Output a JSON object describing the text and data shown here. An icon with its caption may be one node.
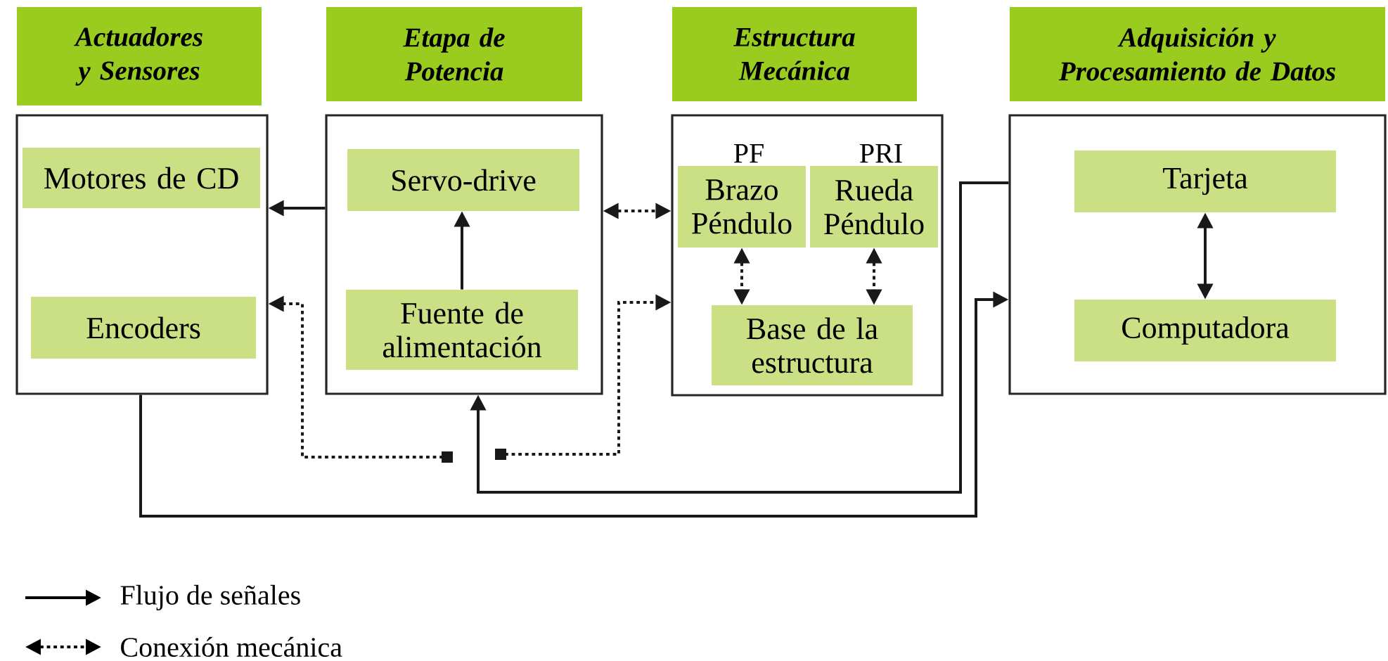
{
  "diagram": {
    "nodes": [
      {
        "text": [
          "Actuadores y Sensores"
        ]
      },
      {
        "text": [
          "Etapa de Potencia"
        ]
      },
      {
        "text": [
          "Estructura Mecánica"
        ]
      },
      {
        "text": [
          "Adquisición y Procesamiento de Datos"
        ]
      },
      {
        "text": [],
        "shape": "box"
      },
      {
        "text": [
          "Motores de CD"
        ],
        "in": 4
      },
      {
        "text": [
          "Encoders"
        ],
        "in": 4
      },
      {
        "text": [],
        "shape": "box"
      },
      {
        "text": [
          "Servo-drive"
        ],
        "in": 7
      },
      {
        "text": [
          "Fuente de alimentación"
        ],
        "in": 7
      },
      {
        "text": [],
        "shape": "box"
      },
      {
        "text": [
          "Brazo Péndulo"
        ],
        "in": 10,
        "beside": [
          "PF"
        ]
      },
      {
        "text": [
          "Rueda Péndulo"
        ],
        "in": 10,
        "beside": [
          "PRI"
        ]
      },
      {
        "text": [
          "Base de la estructura"
        ],
        "in": 10
      },
      {
        "text": [],
        "shape": "box"
      },
      {
        "text": [
          "Tarjeta"
        ],
        "in": 14
      },
      {
        "text": [
          "Computadora"
        ],
        "in": 14
      }
    ],
    "edges": [
      {
        "from": 7,
        "to": 4,
        "arrow": "to"
      },
      {
        "from": 9,
        "to": 8,
        "arrow": "to"
      },
      {
        "from": 7,
        "to": 10,
        "arrow": "both",
        "style": "dashed"
      },
      {
        "from": null,
        "to": 4,
        "arrow": "to",
        "style": "dashed"
      },
      {
        "from": null,
        "to": 10,
        "arrow": "to",
        "style": "dashed"
      },
      {
        "from": 11,
        "to": 13,
        "arrow": "both",
        "style": "dashed"
      },
      {
        "from": 12,
        "to": 13,
        "arrow": "both",
        "style": "dashed"
      },
      {
        "from": 15,
        "to": 16,
        "arrow": "both"
      },
      {
        "from": 14,
        "to": 7,
        "arrow": "to"
      },
      {
        "from": 4,
        "to": 14,
        "arrow": "to"
      }
    ],
    "legend": [
      {
        "text": "Flujo de señales"
      },
      {
        "text": "Conexión mecánica"
      }
    ]
  }
}
